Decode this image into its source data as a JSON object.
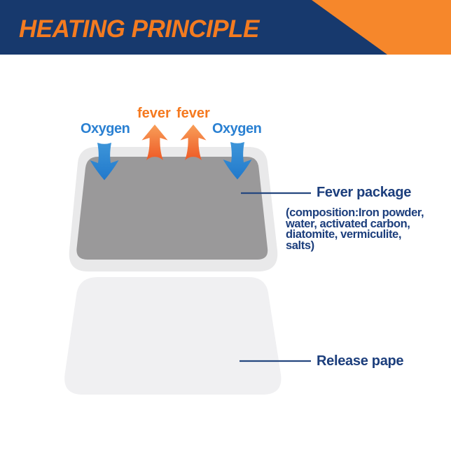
{
  "banner": {
    "title": "HEATING PRINCIPLE",
    "bg_color": "#17396d",
    "accent_color": "#f6872b",
    "title_color": "#f47b20"
  },
  "diagram": {
    "fever_labels": [
      "fever",
      "fever"
    ],
    "oxygen_labels": [
      "Oxygen",
      "Oxygen"
    ],
    "fever_package": {
      "label": "Fever package",
      "composition_lines": [
        "(composition:Iron powder,",
        "water, activated carbon,",
        "diatomite, vermiculite,",
        "salts)"
      ]
    },
    "release_paper": {
      "label": "Release pape"
    },
    "colors": {
      "oxygen_blue": "#2a80d2",
      "fever_orange": "#f5791f",
      "label_navy": "#1c3e7c",
      "package_inner_gray": "#9a999a",
      "package_outer_gray": "#e9e9ea",
      "release_paper_gray": "#f0f0f2"
    }
  }
}
